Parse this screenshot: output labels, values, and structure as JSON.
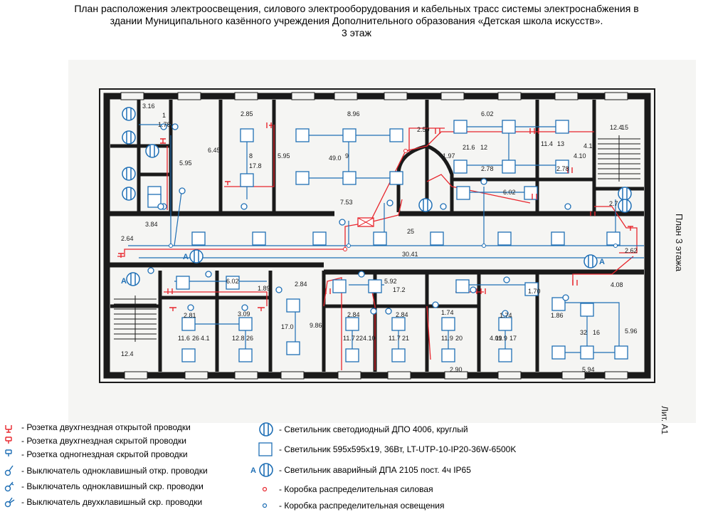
{
  "title": {
    "line1": "План расположения электроосвещения, силового электрооборудования и кабельных трасс системы электроснабжения в",
    "line2": "здании Муниципального казённого учреждения Дополнительного образования «Детская школа искусств».",
    "line3": "3 этаж"
  },
  "plan": {
    "side_label": "План 3 этажа",
    "lit_label": "Лит. А1",
    "emergency_mark": "А",
    "corridor_area": "30.41",
    "corridor_number": "25",
    "rooms_top": [
      {
        "dim": "3.16",
        "num": "1",
        "area": "1.78"
      },
      {
        "dim": "2.85",
        "num": "8",
        "area": "17.8"
      },
      {
        "dim": "8.96",
        "num": "9",
        "area": "49.0"
      },
      {
        "dim": "6.02",
        "num": "12",
        "area": "21.6"
      },
      {
        "dim": "4.10",
        "num": "13",
        "area": "11.4"
      },
      {
        "dim": "12.4",
        "num": "15",
        "area": ""
      }
    ],
    "room_dims_top": [
      "5.95",
      "6.45",
      "5.95",
      "7.53",
      "2.50",
      "2.78",
      "6.02",
      "2.78",
      "2.7",
      "1.97",
      "4.10"
    ],
    "rooms_bottom": [
      {
        "dim": "2.81",
        "num": "26",
        "area": "11.6"
      },
      {
        "dim": "3.09",
        "num": "26",
        "area": "12.8"
      },
      {
        "dim": "2.84",
        "num": "",
        "area": "17.0"
      },
      {
        "dim": "2.84",
        "num": "22",
        "area": "11.7"
      },
      {
        "dim": "2.84",
        "num": "21",
        "area": "11.7"
      },
      {
        "dim": "1.74",
        "num": "20",
        "area": "11.9"
      },
      {
        "dim": "1.74",
        "num": "17",
        "area": "11.9"
      },
      {
        "dim": "1.86",
        "num": "16",
        "area": "32"
      },
      {
        "dim": "5.92",
        "num": "",
        "area": "17.2"
      }
    ],
    "room_dims_bottom": [
      "6.02",
      "1.89",
      "4.1",
      "9.86",
      "4.10",
      "2.90",
      "5.94",
      "4.08",
      "5.96",
      "1.70",
      "4.09",
      "2.64",
      "2.62",
      "3.84",
      "12.4"
    ]
  },
  "legend": {
    "left": [
      {
        "icon": "double-socket-open-icon",
        "label": "- Розетка двухгнездная открытой проводки"
      },
      {
        "icon": "double-socket-hidden-icon",
        "label": "- Розетка двухгнездная скрытой проводки"
      },
      {
        "icon": "single-socket-hidden-icon",
        "label": "- Розетка одногнездная скрытой проводки"
      },
      {
        "icon": "switch-single-open-icon",
        "label": "- Выключатель одноклавишный откр. проводки"
      },
      {
        "icon": "switch-single-hidden-icon",
        "label": "- Выключатель одноклавишный скр. проводки"
      },
      {
        "icon": "switch-double-hidden-icon",
        "label": "- Выключатель двухклавишный скр. проводки"
      }
    ],
    "right": [
      {
        "icon": "round-led-luminaire-icon",
        "label": "- Светильник светодиодный ДПО 4006, круглый"
      },
      {
        "icon": "square-luminaire-icon",
        "label": "- Светильник 595х595х19,  36Вт, LT-UTP-10-IP20-36W-6500K"
      },
      {
        "icon": "emergency-luminaire-icon",
        "label": "- Светильник аварийный ДПА 2105 пост. 4ч IP65"
      },
      {
        "icon": "power-junction-box-icon",
        "label": "- Коробка распределительная силовая"
      },
      {
        "icon": "lighting-junction-box-icon",
        "label": "- Коробка распределительная освещения"
      }
    ],
    "colors": {
      "power": "#e8262d",
      "lighting": "#1f6fb5",
      "walls": "#1a1a1a"
    }
  }
}
